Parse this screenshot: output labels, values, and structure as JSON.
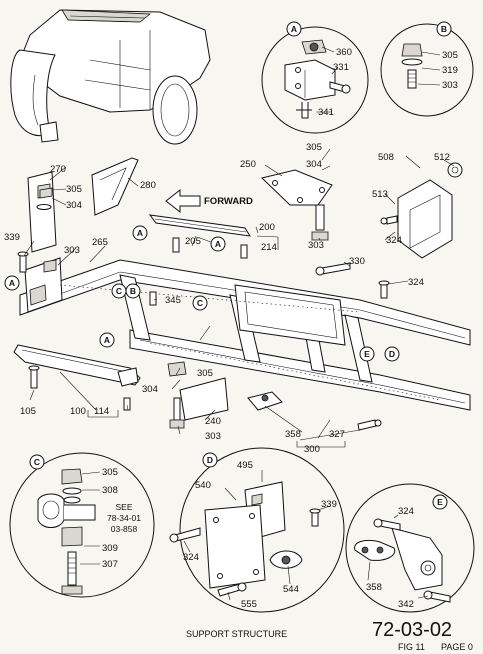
{
  "figure": {
    "title": "SUPPORT STRUCTURE",
    "page_number": "72-03-02",
    "fig": "FIG 11",
    "page": "PAGE 0"
  },
  "direction_label": "FORWARD",
  "detail_letters": {
    "a": "A",
    "b": "B",
    "c": "C",
    "d": "D",
    "e": "E"
  },
  "detail_a_parts": [
    "360",
    "331",
    "341"
  ],
  "detail_b_parts": [
    "305",
    "319",
    "303"
  ],
  "detail_c_parts": [
    "305",
    "308",
    "309",
    "307"
  ],
  "detail_c_note": [
    "SEE",
    "78-34-01",
    "03-858"
  ],
  "detail_d_parts": [
    "495",
    "540",
    "339",
    "324",
    "544",
    "555"
  ],
  "detail_e_parts": [
    "324",
    "358",
    "342"
  ],
  "main_parts": {
    "p270": "270",
    "p305a": "305",
    "p304a": "304",
    "p280": "280",
    "p339": "339",
    "p303a": "303",
    "p265": "265",
    "p250": "250",
    "p305b": "305",
    "p304b": "304",
    "p303b": "303",
    "p205": "205",
    "p200": "200",
    "p214": "214",
    "p508": "508",
    "p512": "512",
    "p513": "513",
    "p324a": "324",
    "p330": "330",
    "p324b": "324",
    "p345": "345",
    "p305c": "305",
    "p304c": "304",
    "p240": "240",
    "p303c": "303",
    "p105": "105",
    "p100": "100",
    "p114": "114",
    "p358": "358",
    "p300": "300",
    "p327": "327"
  }
}
